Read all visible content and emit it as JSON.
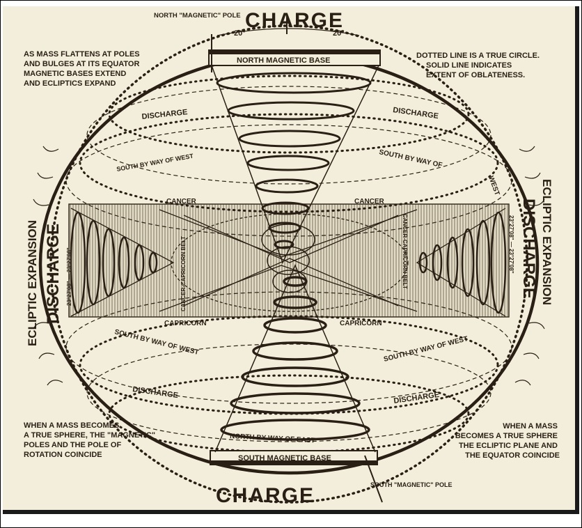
{
  "colors": {
    "ink": "#2a1f14",
    "paper": "#f3eedb",
    "band": "#d8d2bd"
  },
  "labels": {
    "charge_top": "CHARGE",
    "charge_bottom": "CHARGE",
    "north_pole": "NORTH \"MAGNETIC\" POLE",
    "north_base": "NORTH MAGNETIC BASE",
    "south_base": "SOUTH MAGNETIC BASE",
    "south_pole": "SOUTH \"MAGNETIC\" POLE",
    "deg_left": "20°",
    "deg_right": "20°",
    "note_top_left": [
      "AS MASS FLATTENS AT POLES",
      "AND BULGES AT ITS EQUATOR",
      "MAGNETIC BASES EXTEND",
      "AND ECLIPTICS EXPAND"
    ],
    "note_top_right": [
      "DOTTED LINE IS A TRUE CIRCLE.",
      "SOLID LINE INDICATES",
      "EXTENT OF OBLATENESS."
    ],
    "note_bottom_left": [
      "WHEN A MASS BECOMES",
      "A TRUE SPHERE, THE \"MAGNETIC\"",
      "POLES AND THE POLE OF",
      "ROTATION COINCIDE"
    ],
    "note_bottom_right": [
      "WHEN A MASS",
      "BECOMES A TRUE SPHERE",
      "THE ECLIPTIC PLANE AND",
      "THE EQUATOR COINCIDE"
    ],
    "discharge": "DISCHARGE",
    "discharge_small": "DISCHARGE",
    "ecliptic_expansion": "ECLIPTIC EXPANSION",
    "south_by_way_of_west": "SOUTH BY WAY OF WEST",
    "south_by_way_of": "SOUTH BY WAY OF",
    "west": "WEST",
    "north_by_way_of_east": "NORTH BY WAY OF EAST",
    "cancer": "CANCER",
    "capricorn": "CAPRICORN",
    "cancer_capricorn_belt": "CANCER-CAPRICORN BELT",
    "angle_left": "23°27'08\" — 23°27'08\"",
    "angle_right": "23°27'08\" — 23°27'08\""
  }
}
